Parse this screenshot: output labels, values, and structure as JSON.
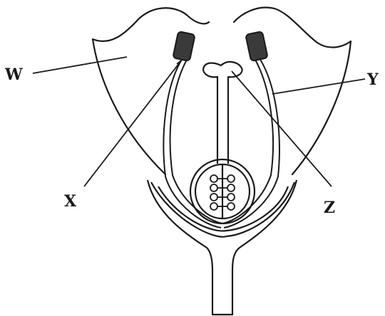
{
  "labels": {
    "w": "W",
    "x": "X",
    "y": "Y",
    "z": "Z"
  },
  "colors": {
    "line": "#1a1a1a",
    "anther": "#3a3a3a",
    "background": "#ffffff"
  }
}
